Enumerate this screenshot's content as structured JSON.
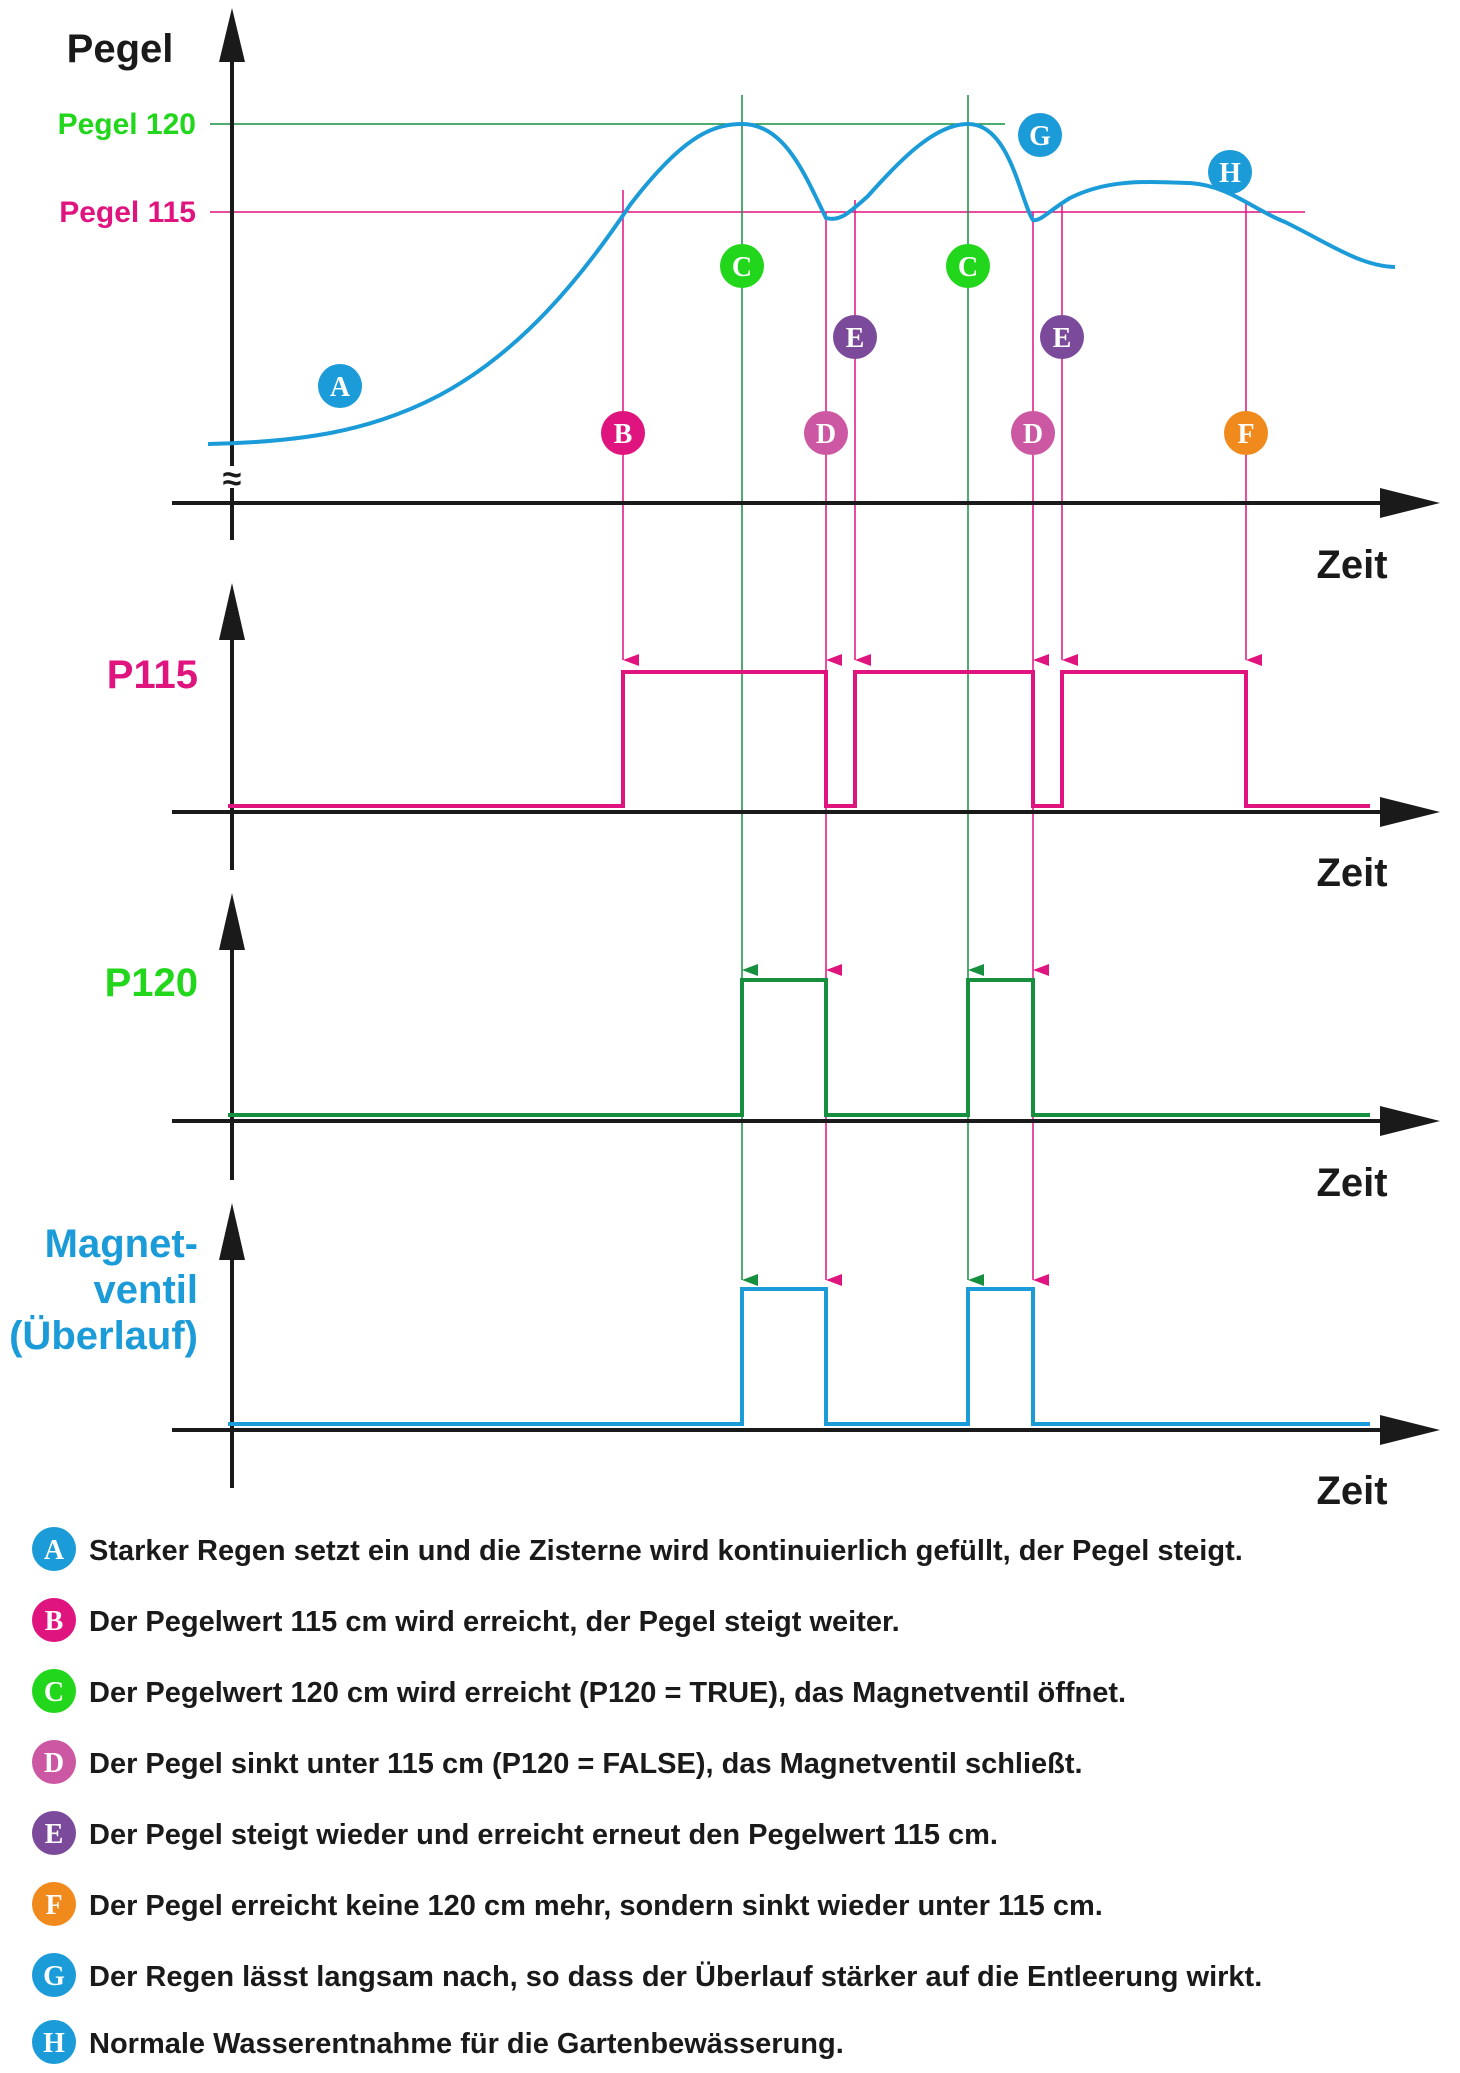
{
  "colors": {
    "axis": "#1a1a1a",
    "level_curve": "#1b9bd8",
    "p115": "#e0147f",
    "p120": "#16903f",
    "p120_label": "#22d61b",
    "magnetventil": "#1b9bd8",
    "marker_A": "#1b9bd8",
    "marker_B": "#e0147f",
    "marker_C": "#22d61b",
    "marker_D": "#cc57a3",
    "marker_E": "#7b4a9a",
    "marker_F": "#f08a1c",
    "marker_G": "#1b9bd8",
    "marker_H": "#1b9bd8"
  },
  "panel_pegel": {
    "y_label": "Pegel",
    "x_label": "Zeit",
    "break_symbol": "≈",
    "threshold_120_label": "Pegel 120",
    "threshold_115_label": "Pegel 115"
  },
  "panel_p115": {
    "y_label": "P115",
    "x_label": "Zeit"
  },
  "panel_p120": {
    "y_label": "P120",
    "x_label": "Zeit"
  },
  "panel_ventil": {
    "y_label_line1": "Magnet-",
    "y_label_line2": "ventil",
    "y_label_line3": "(Überlauf)",
    "x_label": "Zeit"
  },
  "markers": {
    "A": "A",
    "B": "B",
    "C1": "C",
    "C2": "C",
    "D1": "D",
    "D2": "D",
    "E1": "E",
    "E2": "E",
    "F": "F",
    "G": "G",
    "H": "H"
  },
  "legend": [
    {
      "key": "A",
      "color": "#1b9bd8",
      "text": "Starker Regen setzt ein und die Zisterne wird kontinuierlich gefüllt, der Pegel steigt."
    },
    {
      "key": "B",
      "color": "#e0147f",
      "text": "Der Pegelwert 115 cm wird erreicht, der Pegel steigt weiter."
    },
    {
      "key": "C",
      "color": "#22d61b",
      "text": "Der Pegelwert 120 cm wird erreicht (P120 = TRUE), das Magnetventil öffnet."
    },
    {
      "key": "D",
      "color": "#cc57a3",
      "text": "Der Pegel sinkt unter 115 cm (P120 = FALSE), das Magnetventil schließt."
    },
    {
      "key": "E",
      "color": "#7b4a9a",
      "text": "Der Pegel steigt wieder und erreicht erneut den Pegelwert 115 cm."
    },
    {
      "key": "F",
      "color": "#f08a1c",
      "text": "Der Pegel erreicht keine 120 cm mehr, sondern sinkt wieder unter 115 cm."
    },
    {
      "key": "G",
      "color": "#1b9bd8",
      "text": "Der Regen lässt langsam nach, so dass der Überlauf stärker auf die Entleerung wirkt."
    },
    {
      "key": "H",
      "color": "#1b9bd8",
      "text": "Normale Wasserentnahme für die Gartenbewässerung."
    }
  ]
}
